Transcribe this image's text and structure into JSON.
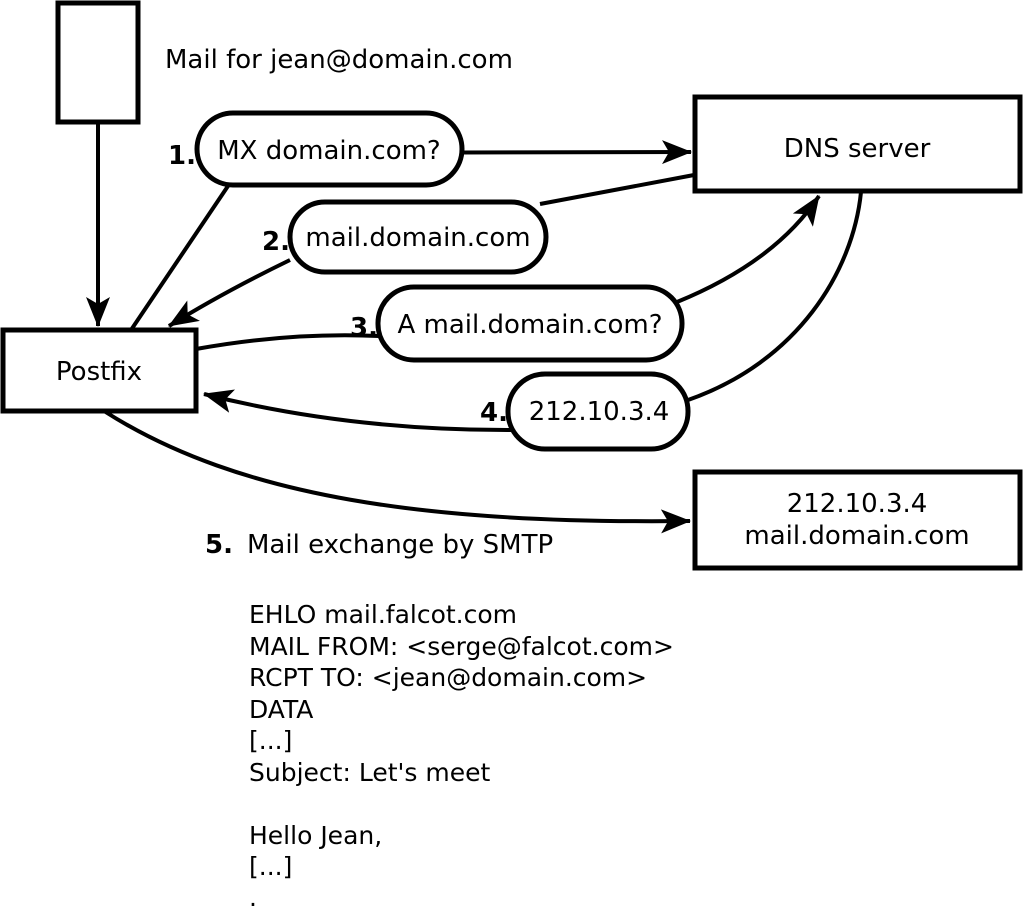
{
  "diagram": {
    "colors": {
      "stroke": "#000000",
      "background": "#ffffff"
    },
    "mail_note": "Mail for jean@domain.com",
    "nodes": {
      "postfix": {
        "label": "Postfix"
      },
      "dns": {
        "label": "DNS server"
      },
      "mail_server": {
        "line1": "212.10.3.4",
        "line2": "mail.domain.com"
      }
    },
    "steps": [
      {
        "num": "1.",
        "label": "MX domain.com?"
      },
      {
        "num": "2.",
        "label": "mail.domain.com"
      },
      {
        "num": "3.",
        "label": "A mail.domain.com?"
      },
      {
        "num": "4.",
        "label": "212.10.3.4"
      },
      {
        "num": "5.",
        "label": "Mail exchange by SMTP"
      }
    ],
    "smtp_session": [
      "EHLO mail.falcot.com",
      "MAIL FROM: <serge@falcot.com>",
      "RCPT TO: <jean@domain.com>",
      "DATA",
      "[...]",
      "Subject: Let's meet",
      "",
      "Hello Jean,",
      "[...]",
      "."
    ]
  }
}
